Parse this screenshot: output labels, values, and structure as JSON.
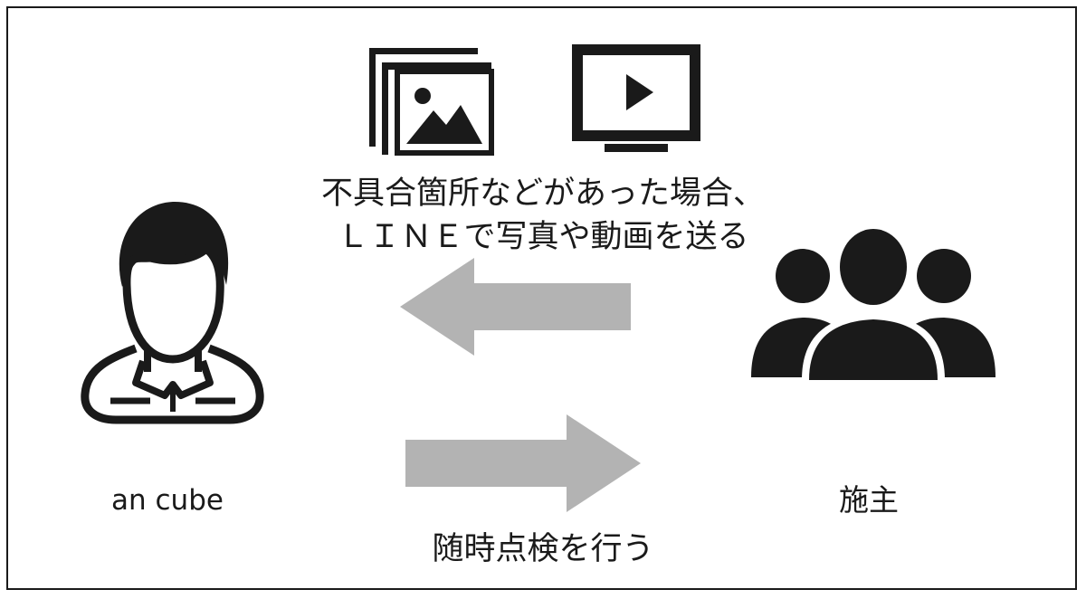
{
  "diagram": {
    "caption_top_line1": "不具合箇所などがあった場合、",
    "caption_top_line2": "ＬＩＮＥで写真や動画を送る",
    "caption_bottom": "随時点検を行う",
    "left_actor_label": "an cube",
    "right_actor_label": "施主",
    "icons": {
      "photo": "photo-gallery-icon",
      "video": "video-play-icon",
      "left_actor": "person-icon",
      "right_actor": "group-icon"
    },
    "colors": {
      "ink": "#1a1a1a",
      "arrow": "#b3b3b3",
      "background": "#ffffff"
    }
  }
}
